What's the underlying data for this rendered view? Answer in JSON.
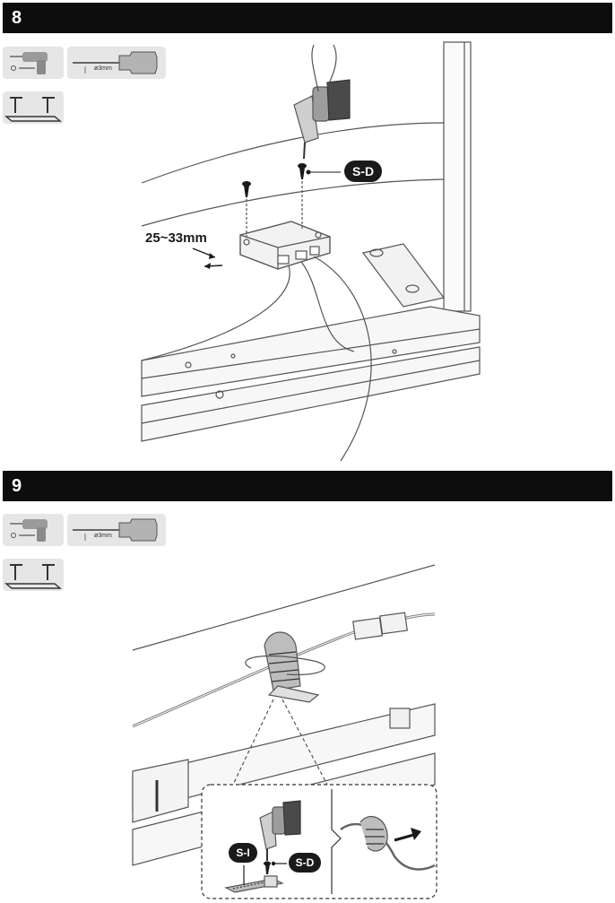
{
  "steps": [
    {
      "number": "8",
      "drill_bit_label": "ø3mm",
      "dimension_label": "25~33mm",
      "screw_callout": "S-D"
    },
    {
      "number": "9",
      "drill_bit_label": "ø3mm",
      "callout_left": "S-I",
      "callout_right": "S-D"
    }
  ],
  "icons": [
    "drill-icon",
    "drill-bit-icon",
    "desk-frame-icon",
    "screw-icon",
    "arrow-icon"
  ],
  "colors": {
    "bar": "#0d0d0d",
    "card": "#e6e6e6",
    "line": "#555555",
    "pill": "#1a1a1a"
  }
}
